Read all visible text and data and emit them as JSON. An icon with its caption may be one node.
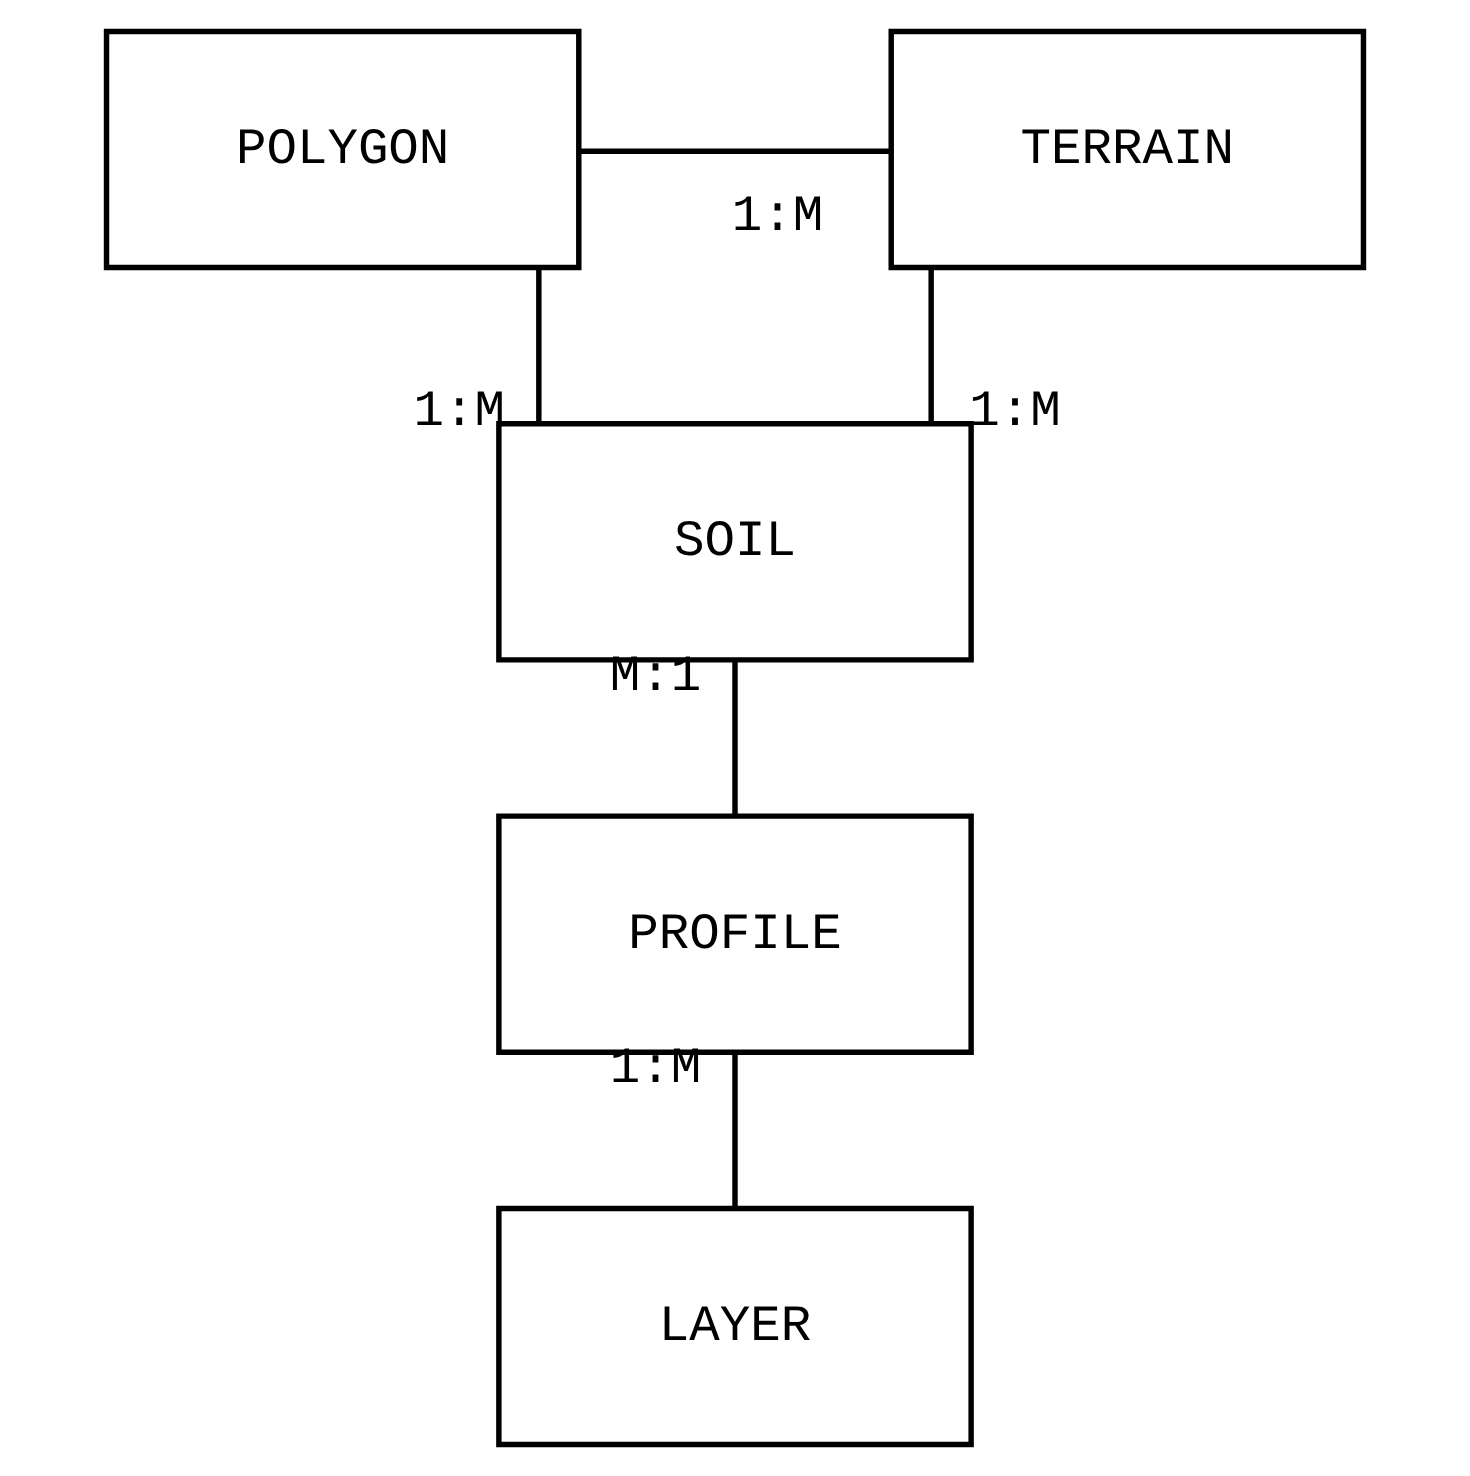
{
  "diagram": {
    "nodes": [
      {
        "text": [
          "POLYGON"
        ]
      },
      {
        "text": [
          "TERRAIN"
        ]
      },
      {
        "text": [
          "SOIL"
        ]
      },
      {
        "text": [
          "PROFILE"
        ]
      },
      {
        "text": [
          "LAYER"
        ]
      }
    ],
    "edges": [
      {
        "from": 0,
        "to": 1,
        "arrow": "none",
        "label": "1:M"
      },
      {
        "from": 0,
        "to": 2,
        "arrow": "none",
        "label": "1:M"
      },
      {
        "from": 1,
        "to": 2,
        "arrow": "none",
        "label": "1:M"
      },
      {
        "from": 2,
        "to": 3,
        "arrow": "none",
        "label": "M:1"
      },
      {
        "from": 3,
        "to": 4,
        "arrow": "none",
        "label": "1:M"
      }
    ]
  }
}
